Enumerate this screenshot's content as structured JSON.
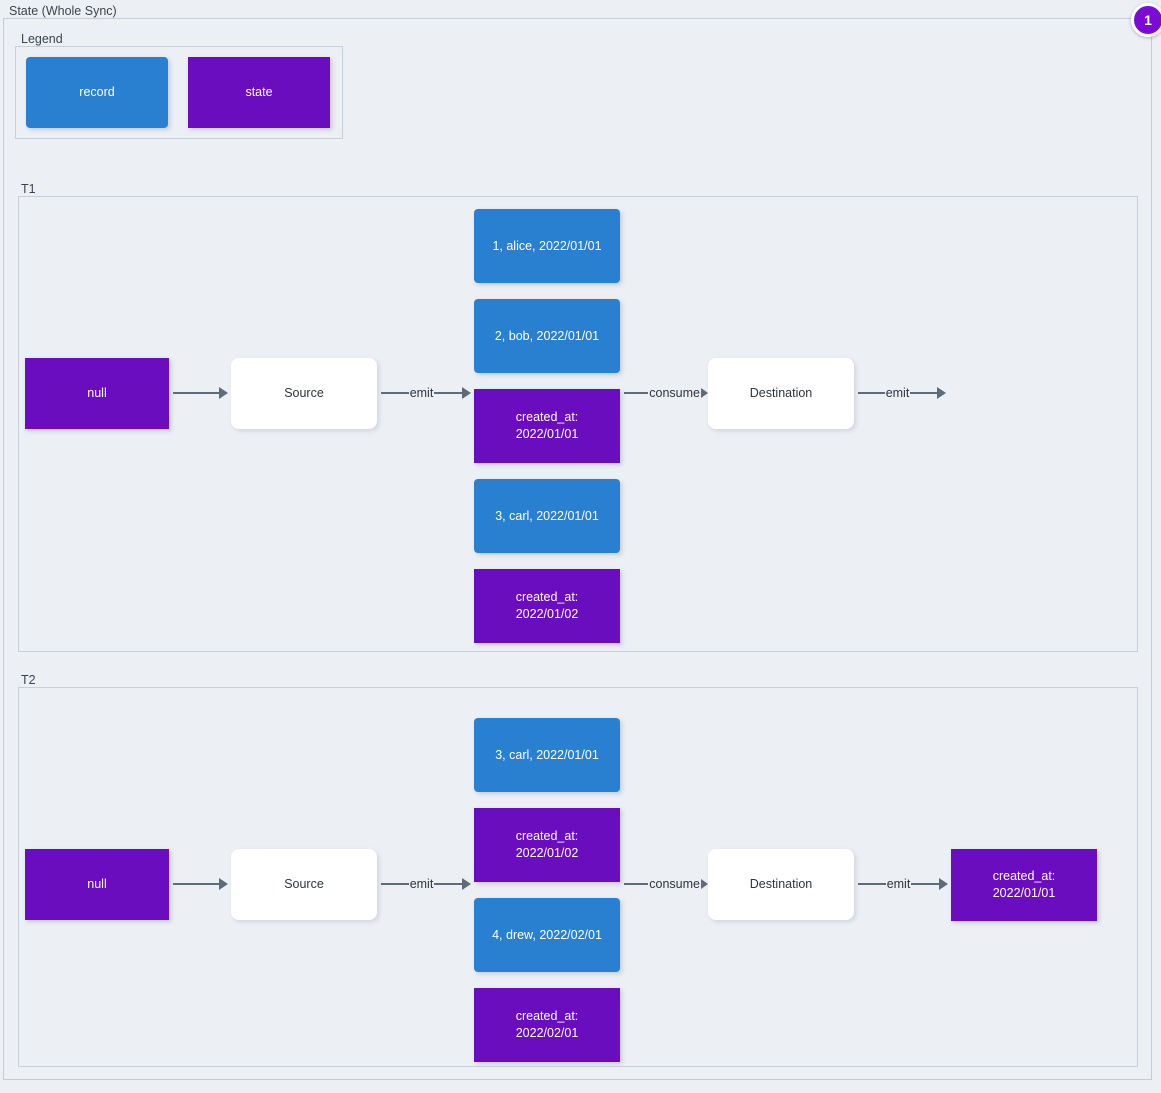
{
  "diagram": {
    "title": "State (Whole Sync)",
    "badge": "1",
    "colors": {
      "record": "#2980d0",
      "state": "#6a0dbf",
      "plain": "#ffffff",
      "background": "#eceff4",
      "edge": "#5d6b7a"
    }
  },
  "legend": {
    "title": "Legend",
    "items": [
      {
        "label": "record",
        "kind": "record"
      },
      {
        "label": "state",
        "kind": "state"
      }
    ]
  },
  "groups": [
    {
      "title": "T1",
      "nodes": {
        "initial_state": "null",
        "source": "Source",
        "destination": "Destination",
        "stream": [
          {
            "label": "1, alice, 2022/01/01",
            "kind": "record"
          },
          {
            "label": "2, bob, 2022/01/01",
            "kind": "record"
          },
          {
            "label": "created_at:\n2022/01/01",
            "kind": "state"
          },
          {
            "label": "3, carl, 2022/01/01",
            "kind": "record"
          },
          {
            "label": "created_at:\n2022/01/02",
            "kind": "state"
          }
        ],
        "output": null
      },
      "edges": {
        "state_to_source": "",
        "source_emit": "emit",
        "destination_consume": "consume",
        "destination_emit": "emit"
      }
    },
    {
      "title": "T2",
      "nodes": {
        "initial_state": "null",
        "source": "Source",
        "destination": "Destination",
        "stream": [
          {
            "label": "3, carl, 2022/01/01",
            "kind": "record"
          },
          {
            "label": "created_at:\n2022/01/02",
            "kind": "state"
          },
          {
            "label": "4, drew, 2022/02/01",
            "kind": "record"
          },
          {
            "label": "created_at:\n2022/02/01",
            "kind": "state"
          }
        ],
        "output": {
          "label": "created_at:\n2022/01/01",
          "kind": "state"
        }
      },
      "edges": {
        "state_to_source": "",
        "source_emit": "emit",
        "destination_consume": "consume",
        "destination_emit": "emit"
      }
    }
  ]
}
